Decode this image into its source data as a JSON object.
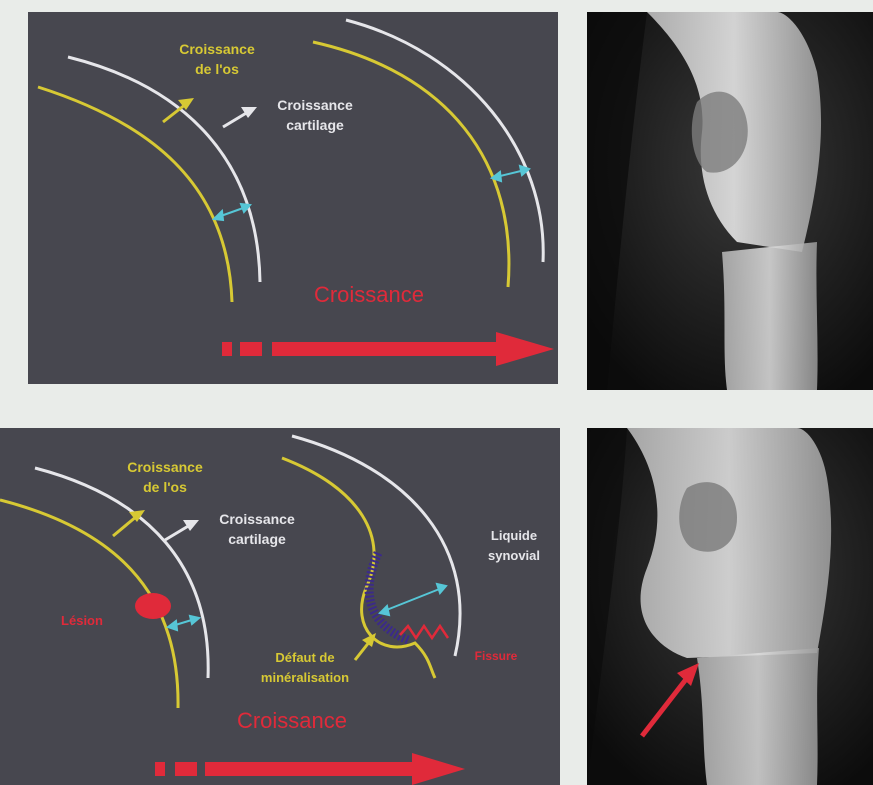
{
  "top_diagram": {
    "bone_growth_label": [
      "Croissance",
      "de l'os"
    ],
    "cartilage_growth_label": [
      "Croissance",
      "cartilage"
    ],
    "growth_label": "Croissance"
  },
  "bottom_diagram": {
    "bone_growth_label": [
      "Croissance",
      "de l'os"
    ],
    "cartilage_growth_label": [
      "Croissance",
      "cartilage"
    ],
    "synovial_label": [
      "Liquide",
      "synovial"
    ],
    "lesion_label": "Lésion",
    "fissure_label": "Fissure",
    "mineralization_defect_label": [
      "Défaut de",
      "minéralisation"
    ],
    "growth_label": "Croissance"
  },
  "colors": {
    "bone_line": "#d7c934",
    "cartilage_line": "#e6e6ea",
    "growth_arrow": "#e02a3a",
    "spacing_arrow": "#56c6d6",
    "panel_bg": "#47474f"
  }
}
